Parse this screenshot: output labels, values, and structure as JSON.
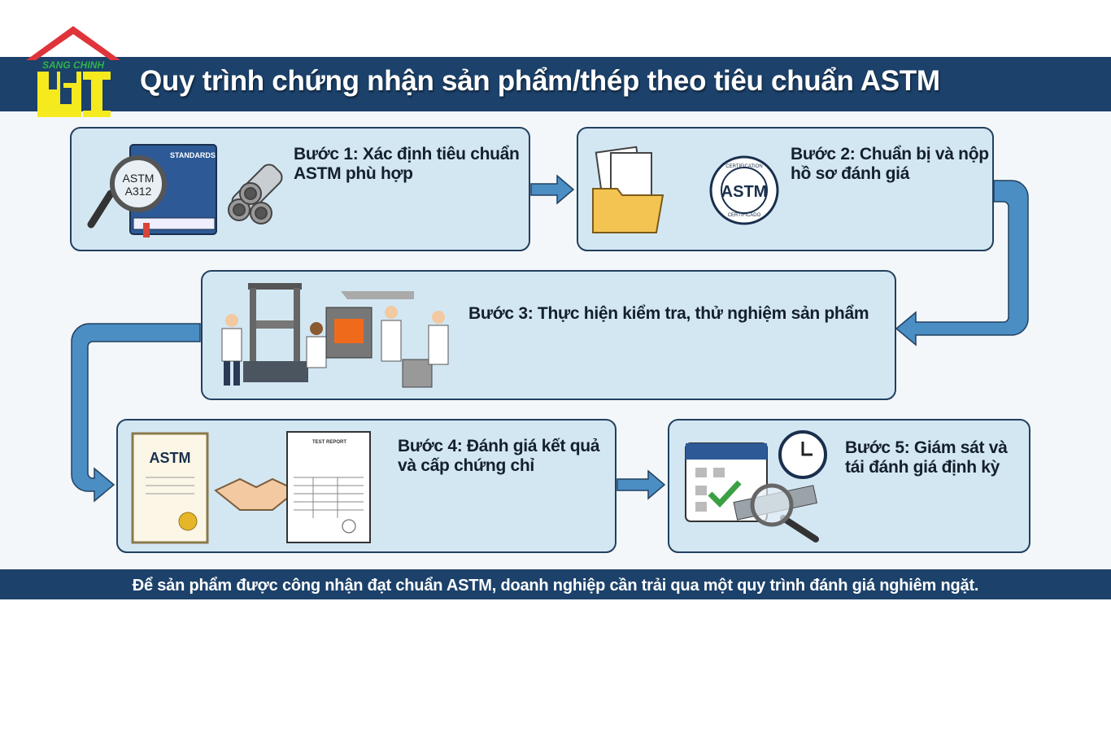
{
  "logo": {
    "brand_text": "SANG CHINH",
    "letters": "HI"
  },
  "header": {
    "title": "Quy trình chứng nhận sản phẩm/thép theo tiêu chuẩn ASTM"
  },
  "steps": [
    {
      "label_line1": "Bước 1: Xác định tiêu chuẩn",
      "label_line2": "ASTM phù hợp",
      "illustration": {
        "book_label": "STANDARDS",
        "lens_line1": "ASTM",
        "lens_line2": "A312"
      }
    },
    {
      "label_line1": "Bước 2: Chuẩn bị và nộp",
      "label_line2": "hồ sơ đánh giá",
      "illustration": {
        "seal_top": "CERTIFICATION",
        "seal_center": "ASTM",
        "seal_bottom": "CERTIFICADO"
      }
    },
    {
      "label_line1": "Bước 3: Thực hiện kiểm tra, thử nghiệm sản phẩm",
      "label_line2": ""
    },
    {
      "label_line1": "Bước 4: Đánh giá kết quả",
      "label_line2": "và cấp chứng chỉ",
      "illustration": {
        "certificate_logo": "ASTM",
        "report_title": "TEST REPORT"
      }
    },
    {
      "label_line1": "Bước 5: Giám sát và",
      "label_line2": "tái đánh giá định kỳ"
    }
  ],
  "footer": {
    "text": "Để sản phẩm được công nhận đạt chuẩn ASTM, doanh nghiệp cần trải qua một quy trình đánh giá nghiêm ngặt."
  },
  "colors": {
    "navy": "#1c416a",
    "box_fill": "#d3e7f3",
    "arrow": "#4a8ec4",
    "logo_roof": "#e0343b",
    "logo_letters": "#f5ea1e",
    "logo_text": "#2fb34a"
  }
}
